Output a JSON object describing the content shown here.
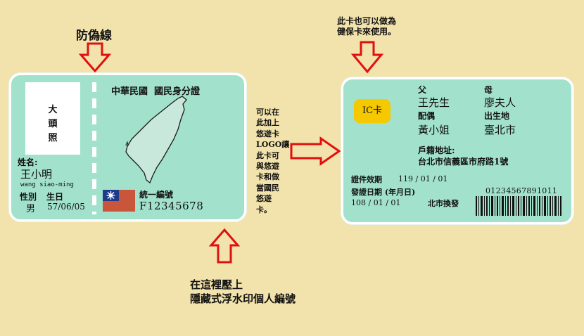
{
  "annotations": {
    "security_line": "防偽線",
    "ic_note_line1": "此卡也可以做為",
    "ic_note_line2": "健保卡來使用。",
    "logo_note_lines": [
      "可以在",
      "此加上",
      "悠遊卡",
      "LOGO讓",
      "此卡可",
      "與悠遊",
      "卡和做",
      "當國民",
      "悠遊",
      "卡。"
    ],
    "watermark_line1": "在這裡壓上",
    "watermark_line2": "隱藏式浮水印個人編號"
  },
  "front_card": {
    "photo_label": [
      "大",
      "頭",
      "照"
    ],
    "title": "中華民國  國民身分證",
    "name_label": "姓名:",
    "name": "王小明",
    "romanized": "wang siao-ming",
    "gender_label": "性別",
    "birth_label": "生日",
    "gender": "男",
    "birth": "57/06/05",
    "id_label": "統一編號",
    "id_number": "F12345678"
  },
  "back_card": {
    "ic_label": "IC卡",
    "father_label": "父",
    "mother_label": "母",
    "father": "王先生",
    "mother": "廖夫人",
    "spouse_label": "配偶",
    "birthplace_label": "出生地",
    "spouse": "黃小姐",
    "birthplace": "臺北市",
    "address_label": "戶籍地址:",
    "address": "台北市信義區市府路1號",
    "expiry_label": "證件效期",
    "expiry_value": "119 / 01 / 01",
    "issue_label": "發證日期 (年月日)",
    "issue_value": "108 / 01 / 01",
    "issue_office": "北市換發",
    "barcode_number": "01234567891011"
  },
  "colors": {
    "background": "#f2e2ab",
    "card": "#a2e2cc",
    "arrow": "#e01010",
    "ic_badge": "#f5c800",
    "flag_red": "#c9553a",
    "flag_blue": "#1f3a8c"
  }
}
